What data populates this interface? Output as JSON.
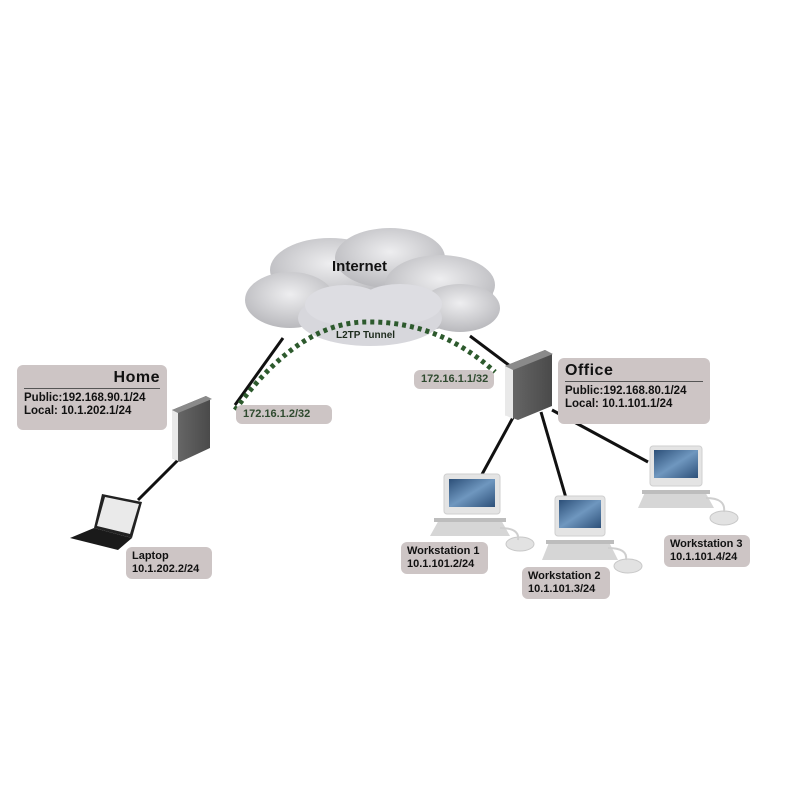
{
  "cloud": {
    "label": "Internet",
    "tunnel_label": "L2TP Tunnel"
  },
  "home": {
    "title": "Home",
    "public_label": "Public:",
    "public_value": "192.168.90.1/24",
    "local_label": "Local:",
    "local_value": "10.1.202.1/24",
    "tunnel_ip": "172.16.1.2/32"
  },
  "office": {
    "title": "Office",
    "public_label": "Public:",
    "public_value": "192.168.80.1/24",
    "local_label": "Local:",
    "local_value": "10.1.101.1/24",
    "tunnel_ip": "172.16.1.1/32"
  },
  "devices": {
    "laptop": {
      "name": "Laptop",
      "ip": "10.1.202.2/24"
    },
    "ws1": {
      "name": "Workstation 1",
      "ip": "10.1.101.2/24"
    },
    "ws2": {
      "name": "Workstation 2",
      "ip": "10.1.101.3/24"
    },
    "ws3": {
      "name": "Workstation 3",
      "ip": "10.1.101.4/24"
    }
  },
  "colors": {
    "label_bg": "#cdc5c5",
    "tunnel": "#2d5a2d",
    "link": "#111111",
    "cloud": "#c9c9cc"
  }
}
